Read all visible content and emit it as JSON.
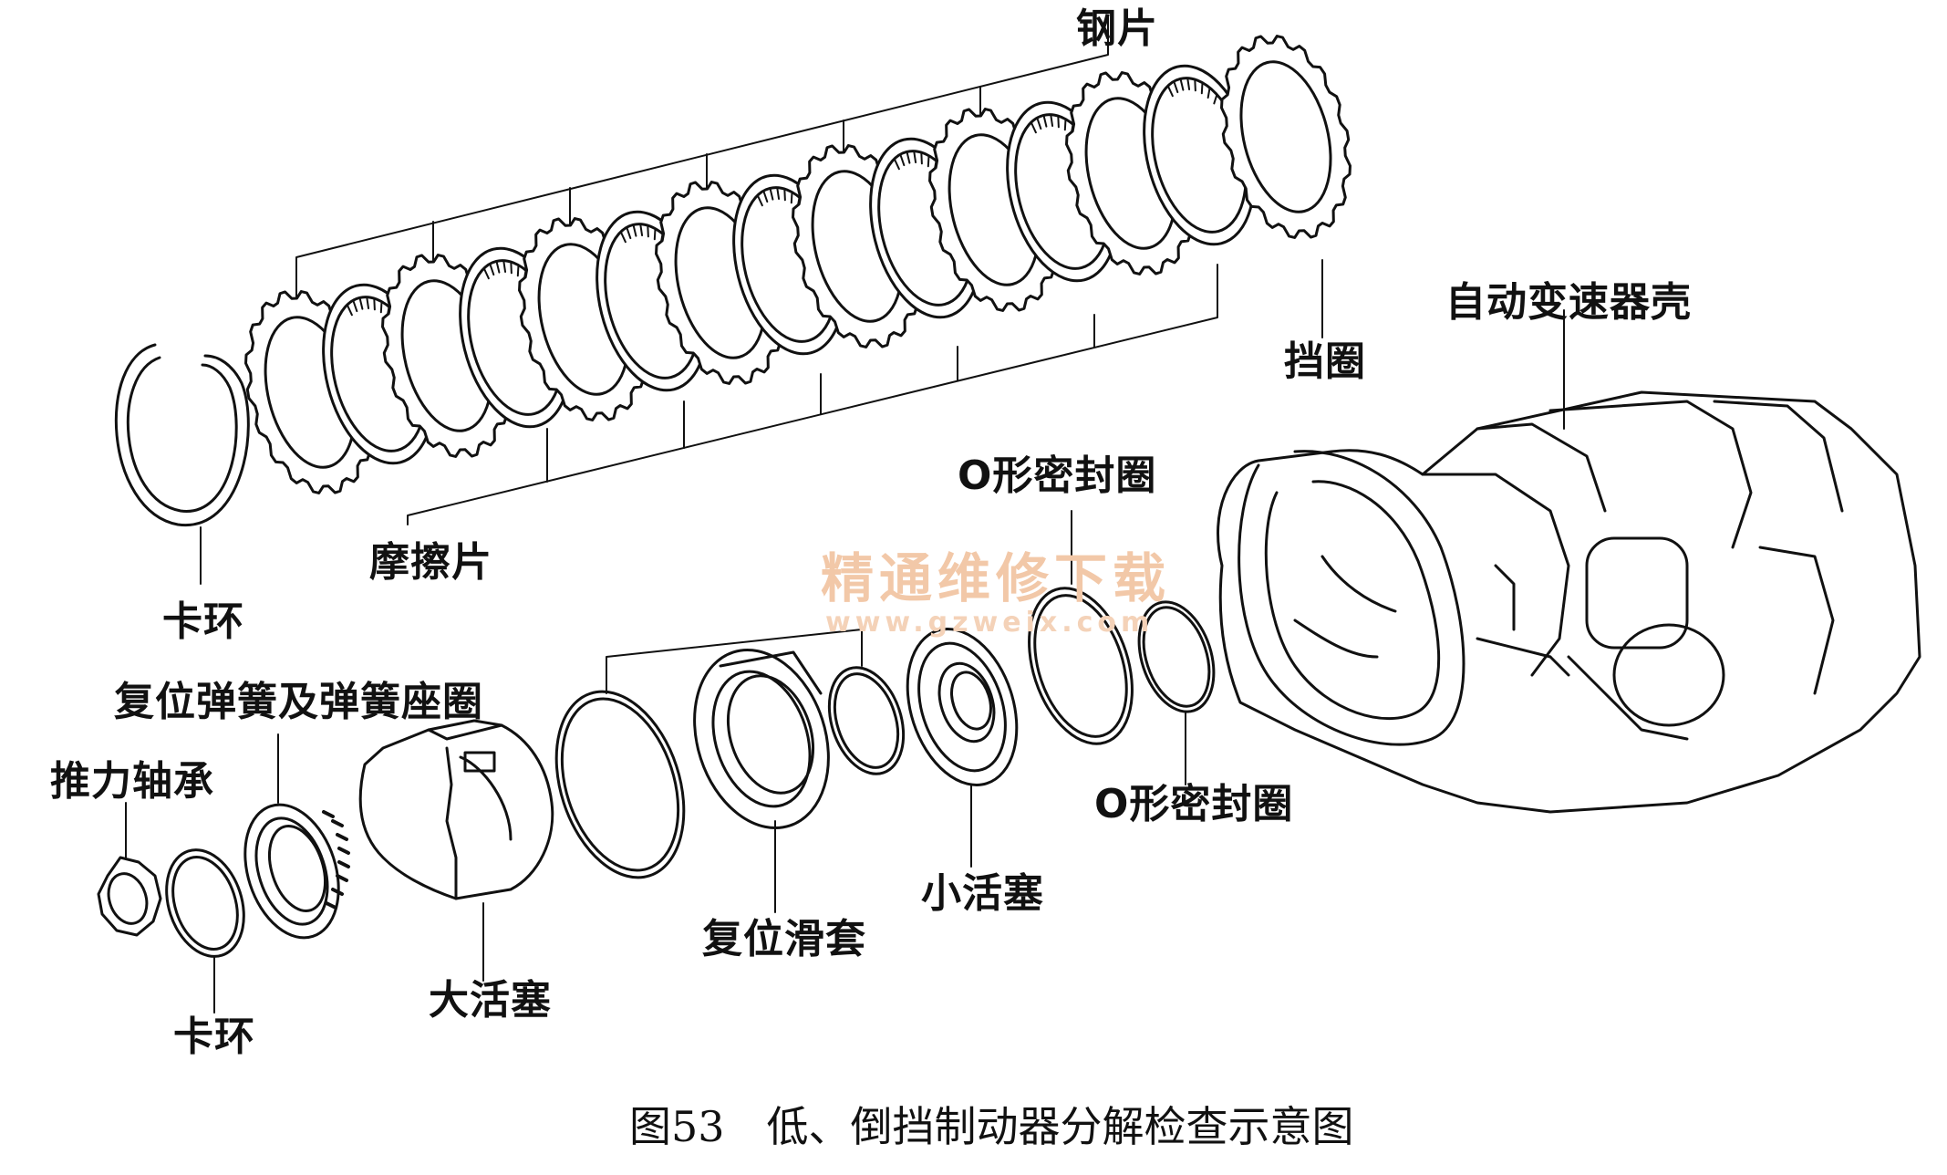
{
  "labels": {
    "steel_plate": "钢片",
    "retaining_ring": "挡圈",
    "transmission_case": "自动变速器壳",
    "snap_ring_top": "卡环",
    "friction_plate": "摩擦片",
    "o_ring_upper": "O形密封圈",
    "o_ring_lower": "O形密封圈",
    "return_spring_seat": "复位弹簧及弹簧座圈",
    "thrust_bearing": "推力轴承",
    "snap_ring_bottom": "卡环",
    "large_piston": "大活塞",
    "return_sleeve": "复位滑套",
    "small_piston": "小活塞"
  },
  "caption": "图53　低、倒挡制动器分解检查示意图",
  "watermark": {
    "title": "精通维修下载",
    "url": "www.gzweix.com"
  }
}
